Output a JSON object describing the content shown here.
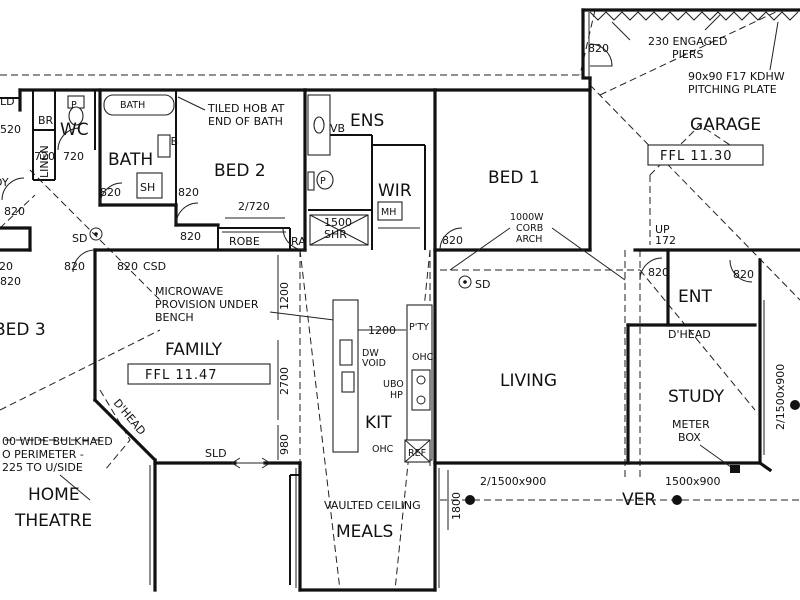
{
  "rooms": {
    "garage": "GARAGE",
    "bed1": "BED 1",
    "bed2": "BED 2",
    "bed3": "BED 3",
    "ens": "ENS",
    "wir": "WIR",
    "wc": "WC",
    "bath": "BATH",
    "linen": "LINEN",
    "br": "BR",
    "family": "FAMILY",
    "living": "LIVING",
    "kit": "KIT",
    "meals": "MEALS",
    "ent": "ENT",
    "study": "STUDY",
    "ver": "VER",
    "home": "HOME",
    "theatre": "THEATRE",
    "dy": "DY",
    "robe": "ROBE",
    "ra": "RA"
  },
  "levels": {
    "garage_ffl": "FFL 11.30",
    "family_ffl": "FFL 11.47"
  },
  "door_widths": [
    "820",
    "820",
    "820",
    "820",
    "820",
    "820",
    "820",
    "820",
    "820",
    "820",
    "820",
    "720",
    "720",
    "520",
    "820"
  ],
  "fixtures": {
    "bath_label": "BATH",
    "vb": "VB",
    "sh": "SH",
    "p1": "P",
    "p2": "P",
    "shr": "1500\nSHR",
    "shr_line1": "1500",
    "shr_line2": "SHR",
    "mh": "MH",
    "vb_ens": "VB"
  },
  "notes": {
    "engaged_piers_1": "230 ENGAGED",
    "engaged_piers_2": "PIERS",
    "pitching_plate_1": "90x90 F17 KDHW",
    "pitching_plate_2": "PITCHING PLATE",
    "tiled_hob_1": "TILED HOB AT",
    "tiled_hob_2": "END OF BATH",
    "robe_dim": "2/720",
    "corb_arch_1": "1000W",
    "corb_arch_2": "CORB",
    "corb_arch_3": "ARCH",
    "sd1": "SD",
    "sd2": "SD",
    "csd": "CSD",
    "microwave_1": "MICROWAVE",
    "microwave_2": "PROVISION UNDER",
    "microwave_3": "BENCH",
    "dim_1200a": "1200",
    "dim_1200b": "1200",
    "dim_2700": "2700",
    "dim_980": "980",
    "pty": "P'TY",
    "dw_void_1": "DW",
    "dw_void_2": "VOID",
    "ohc1": "OHC",
    "ohc2": "OHC",
    "ubo_1": "UBO",
    "ubo_2": "HP",
    "ref": "REF",
    "up": "UP",
    "up_dim": "172",
    "dhead1": "D'HEAD",
    "dhead2": "D'HEAD",
    "meter_1": "METER",
    "meter_2": "BOX",
    "win_1": "2/1500x900",
    "win_2": "2/1500x900",
    "win_3": "1500x900",
    "dim_1800": "1800",
    "sld": "SLD",
    "vaulted": "VAULTED CEILING",
    "bulkhead_1": "00 WIDE BULKHAED",
    "bulkhead_2": "O PERIMETER -",
    "bulkhead_3": "225 TO U/SIDE",
    "ld": "LD"
  }
}
